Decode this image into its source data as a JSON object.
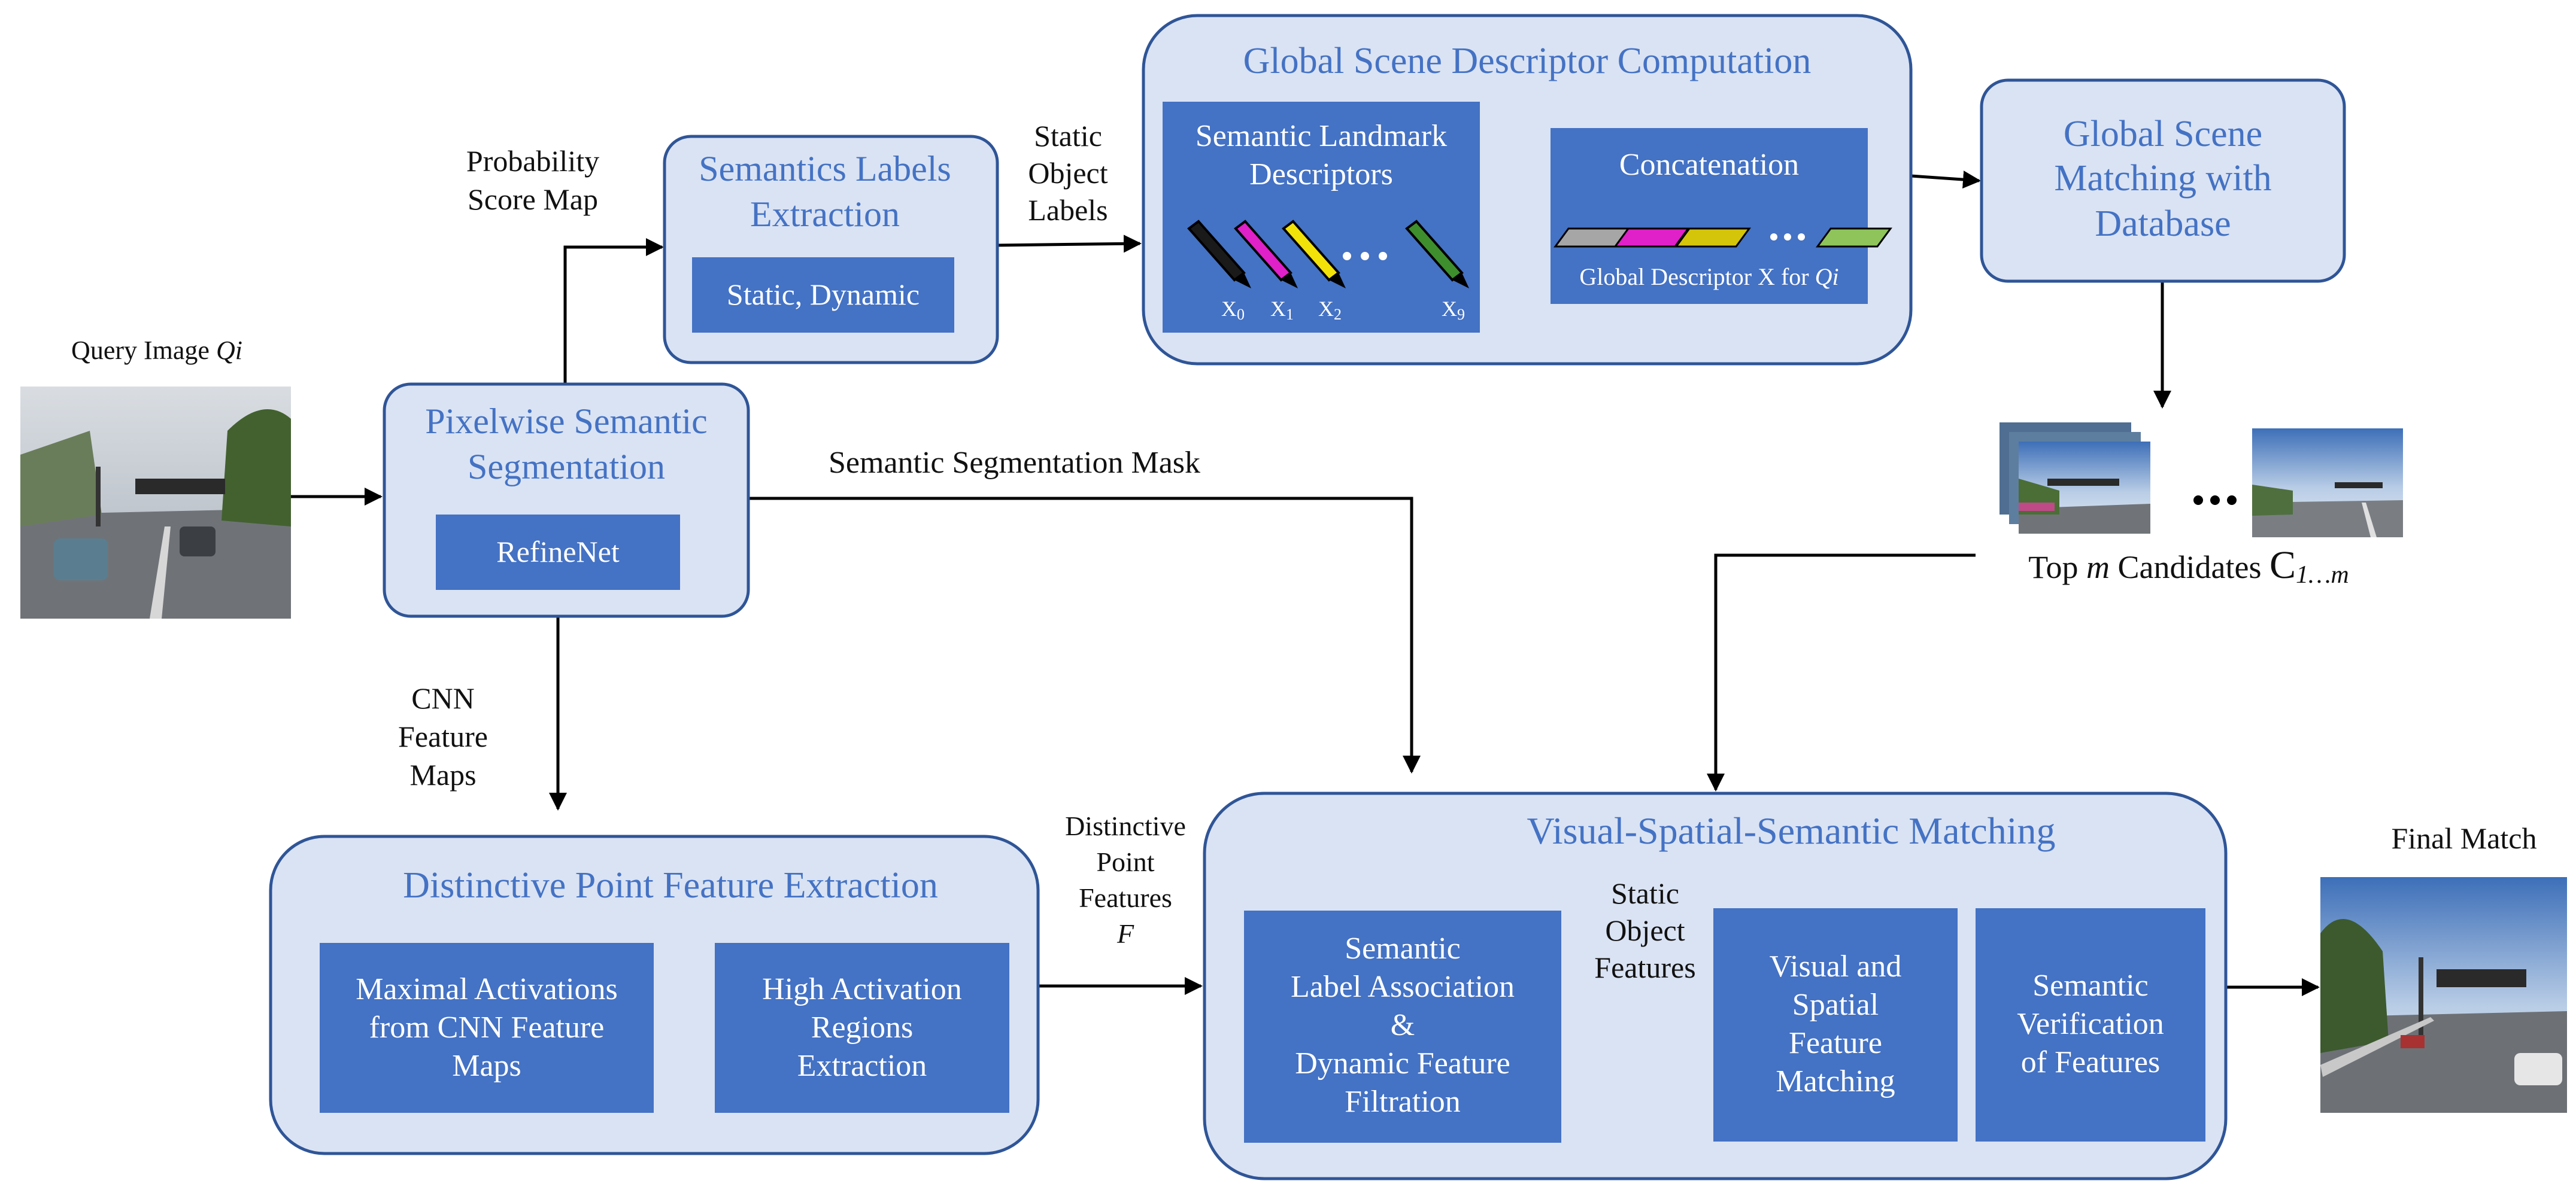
{
  "inputs": {
    "query_label": "Query Image",
    "query_var": "Qi"
  },
  "pixelwise": {
    "title_1": "Pixelwise Semantic",
    "title_2": "Segmentation",
    "inner": "RefineNet"
  },
  "labels_extraction": {
    "title_1": "Semantics Labels",
    "title_2": "Extraction",
    "inner": "Static, Dynamic"
  },
  "global_descriptor": {
    "title": "Global Scene Descriptor Computation",
    "landmark_1": "Semantic Landmark",
    "landmark_2": "Descriptors",
    "landmark_glyphs": [
      "X",
      "X",
      "X",
      "X"
    ],
    "landmark_subs": [
      "0",
      "1",
      "2",
      "9"
    ],
    "landmark_colors": [
      "#1a1a1a",
      "#E020C8",
      "#F2E20A",
      "#3E8E2E"
    ],
    "concat": "Concatenation",
    "segment_colors": [
      "#A6A6A6",
      "#E020C8",
      "#D4C40A",
      "#8FC45A"
    ],
    "global_x_prefix": "Global Descriptor X for ",
    "global_x_var": "Qi"
  },
  "global_matching": {
    "title_1": "Global Scene",
    "title_2": "Matching with",
    "title_3": "Database"
  },
  "candidates": {
    "top": "Top ",
    "m": "m",
    "rest": " Candidates",
    "c_var": "C",
    "c_sub": "1…m"
  },
  "edge_labels": {
    "prob_1": "Probability",
    "prob_2": "Score Map",
    "static_1": "Static",
    "static_2": "Object",
    "static_3": "Labels",
    "seg_mask": "Semantic Segmentation Mask",
    "cnn_1": "CNN",
    "cnn_2": "Feature",
    "cnn_3": "Maps",
    "dist_1": "Distinctive",
    "dist_2": "Point",
    "dist_3": "Features",
    "dist_4": "F",
    "sof_1": "Static",
    "sof_2": "Object",
    "sof_3": "Features"
  },
  "distinctive": {
    "title": "Distinctive Point Feature Extraction",
    "box1_1": "Maximal Activations",
    "box1_2": "from CNN Feature",
    "box1_3": "Maps",
    "box2_1": "High Activation",
    "box2_2": "Regions",
    "box2_3": "Extraction"
  },
  "vss": {
    "title": "Visual-Spatial-Semantic Matching",
    "a_1": "Semantic",
    "a_2": "Label Association",
    "a_3": "&",
    "a_4": "Dynamic Feature",
    "a_5": "Filtration",
    "b_1": "Visual and",
    "b_2": "Spatial",
    "b_3": "Feature",
    "b_4": "Matching",
    "c_1": "Semantic",
    "c_2": "Verification",
    "c_3": "of Features"
  },
  "outputs": {
    "final_match": "Final Match"
  }
}
